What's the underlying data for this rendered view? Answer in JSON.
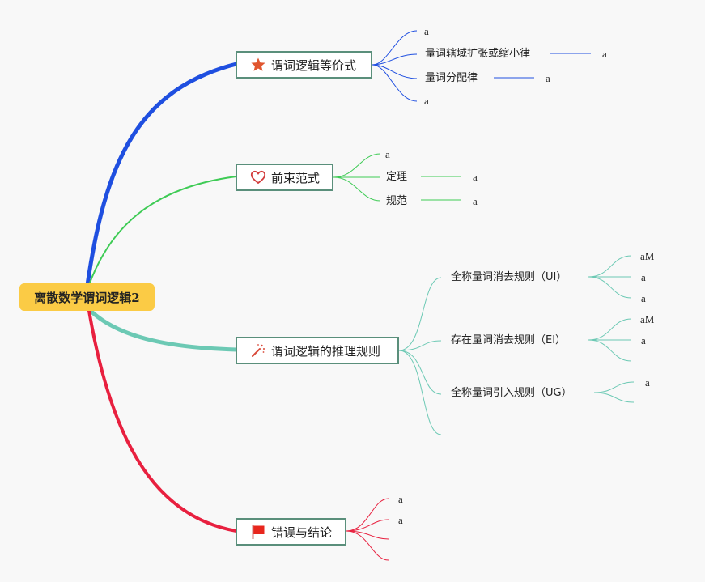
{
  "root": {
    "label": "离散数学谓词逻辑2"
  },
  "branches": [
    {
      "label": "谓词逻辑等价式",
      "icon": "star-icon",
      "color": "#1f4fe0",
      "children": [
        {
          "label": "a"
        },
        {
          "label": "量词辖域扩张或缩小律",
          "sub": "a"
        },
        {
          "label": "量词分配律",
          "sub": "a"
        },
        {
          "label": "a"
        }
      ]
    },
    {
      "label": "前束范式",
      "icon": "heart-icon",
      "color": "#3ecb55",
      "children": [
        {
          "label": "a"
        },
        {
          "label": "定理",
          "sub": "a"
        },
        {
          "label": "规范",
          "sub": "a"
        }
      ]
    },
    {
      "label": "谓词逻辑的推理规则",
      "icon": "magic-wand-icon",
      "color": "#6cc9b4",
      "children": [
        {
          "label": "全称量词消去规则（UI）",
          "subs": [
            "aM",
            "a",
            "a"
          ]
        },
        {
          "label": "存在量词消去规则（EI）",
          "subs": [
            "aM",
            "a",
            ""
          ]
        },
        {
          "label": "全称量词引入规则（UG）",
          "subs": [
            "a",
            ""
          ]
        },
        {
          "label": ""
        }
      ]
    },
    {
      "label": "错误与结论",
      "icon": "flag-icon",
      "color": "#e8203f",
      "children": [
        {
          "label": "a"
        },
        {
          "label": "a"
        },
        {
          "label": ""
        },
        {
          "label": ""
        }
      ]
    }
  ]
}
